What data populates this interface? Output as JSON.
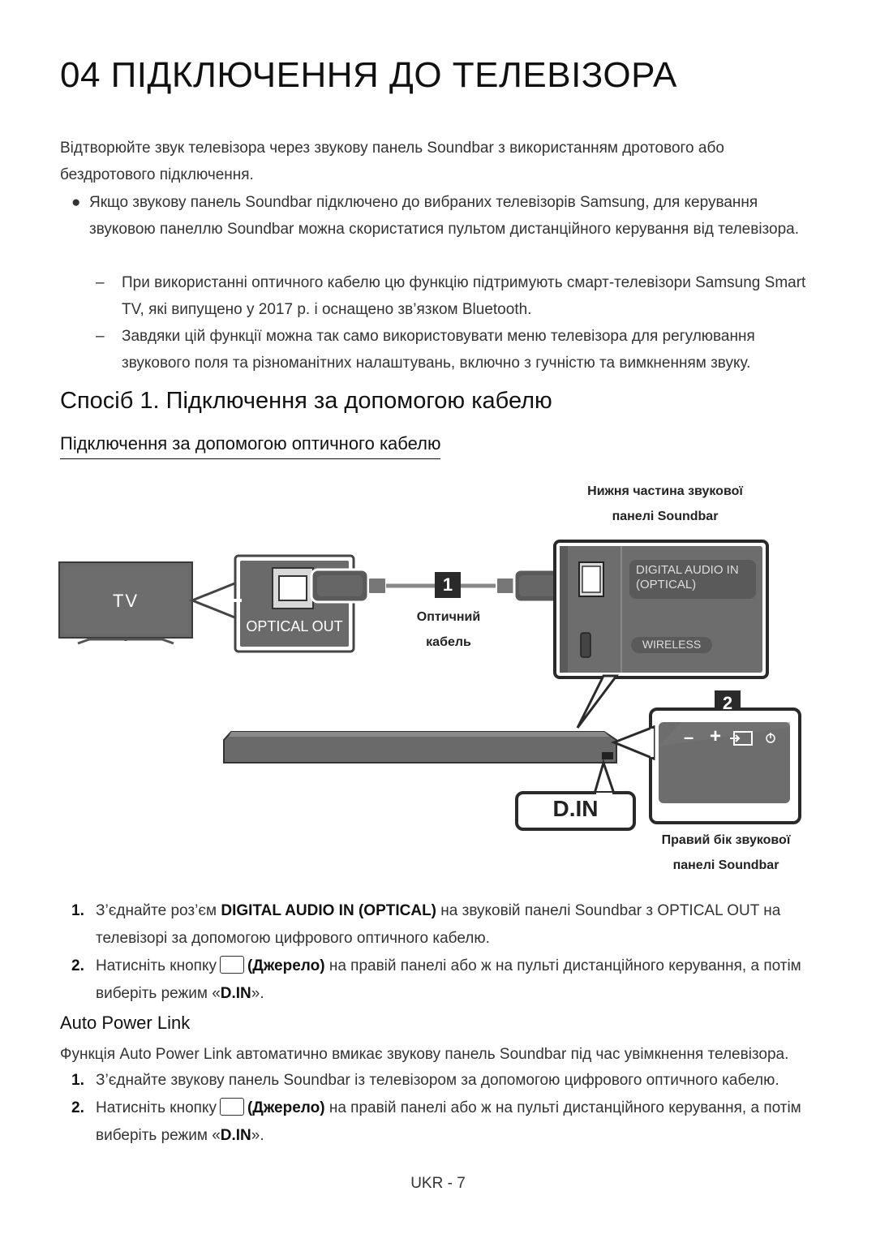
{
  "page": {
    "title": "04  ПІДКЛЮЧЕННЯ ДО ТЕЛЕВІЗОРА",
    "intro": "Відтворюйте звук телевізора через звукову панель Soundbar з використанням дротового або бездротового підключення.",
    "bullet": "Якщо звукову панель Soundbar підключено до вибраних телевізорів Samsung, для керування звуковою панеллю Soundbar можна скористатися пультом дистанційного керування від телевізора.",
    "dashes": [
      "При використанні оптичного кабелю цю функцію підтримують смарт-телевізори Samsung Smart TV, які випущено у 2017 р. і оснащено зв’язком Bluetooth.",
      "Завдяки цій функції можна так само використовувати меню телевізора для регулювання звукового поля та різноманітних налаштувань, включно з гучністю та вимкненням звуку."
    ],
    "method_heading": "Спосіб 1. Підключення за допомогою кабелю",
    "optical_heading": "Підключення за допомогою оптичного кабелю",
    "footer": "UKR - 7"
  },
  "diagram": {
    "bottom_label_line1": "Нижня частина звукової",
    "bottom_label_line2": "панелі Soundbar",
    "tv_label": "TV",
    "optical_out": "OPTICAL OUT",
    "cable_label_line1": "Оптичний",
    "cable_label_line2": "кабель",
    "step1_badge": "1",
    "step2_badge": "2",
    "digital_audio_line1": "DIGITAL AUDIO IN",
    "digital_audio_line2": "(OPTICAL)",
    "wireless": "WIRELESS",
    "din_display": "D.IN",
    "right_label_line1": "Правий бік звукової",
    "right_label_line2": "панелі Soundbar",
    "panel_minus": "–",
    "panel_plus": "+",
    "colors": {
      "panel_gray": "#6d6d6d",
      "port_gray": "#5a5a5a",
      "dark": "#2a2a2a"
    }
  },
  "steps1": [
    {
      "num": "1.",
      "pre": "З’єднайте роз’єм ",
      "bold": "DIGITAL AUDIO IN (OPTICAL)",
      "post": " на звуковій панелі Soundbar з OPTICAL OUT на телевізорі за допомогою цифрового оптичного кабелю."
    },
    {
      "num": "2.",
      "pre": "Натисніть кнопку",
      "bold": "(Джерело)",
      "mid": " на правій панелі або ж на пульті дистанційного керування, а потім виберіть режим «",
      "mode": "D.IN",
      "post": "»."
    }
  ],
  "auto_power": {
    "heading": "Auto Power Link",
    "desc": "Функція Auto Power Link автоматично вмикає звукову панель Soundbar під час увімкнення телевізора.",
    "steps": [
      {
        "num": "1.",
        "text": "З’єднайте звукову панель Soundbar із телевізором за допомогою цифрового оптичного кабелю."
      },
      {
        "num": "2.",
        "pre": "Натисніть кнопку",
        "bold": "(Джерело)",
        "mid": " на правій панелі або ж на пульті дистанційного керування, а потім виберіть режим «",
        "mode": "D.IN",
        "post": "»."
      }
    ]
  }
}
